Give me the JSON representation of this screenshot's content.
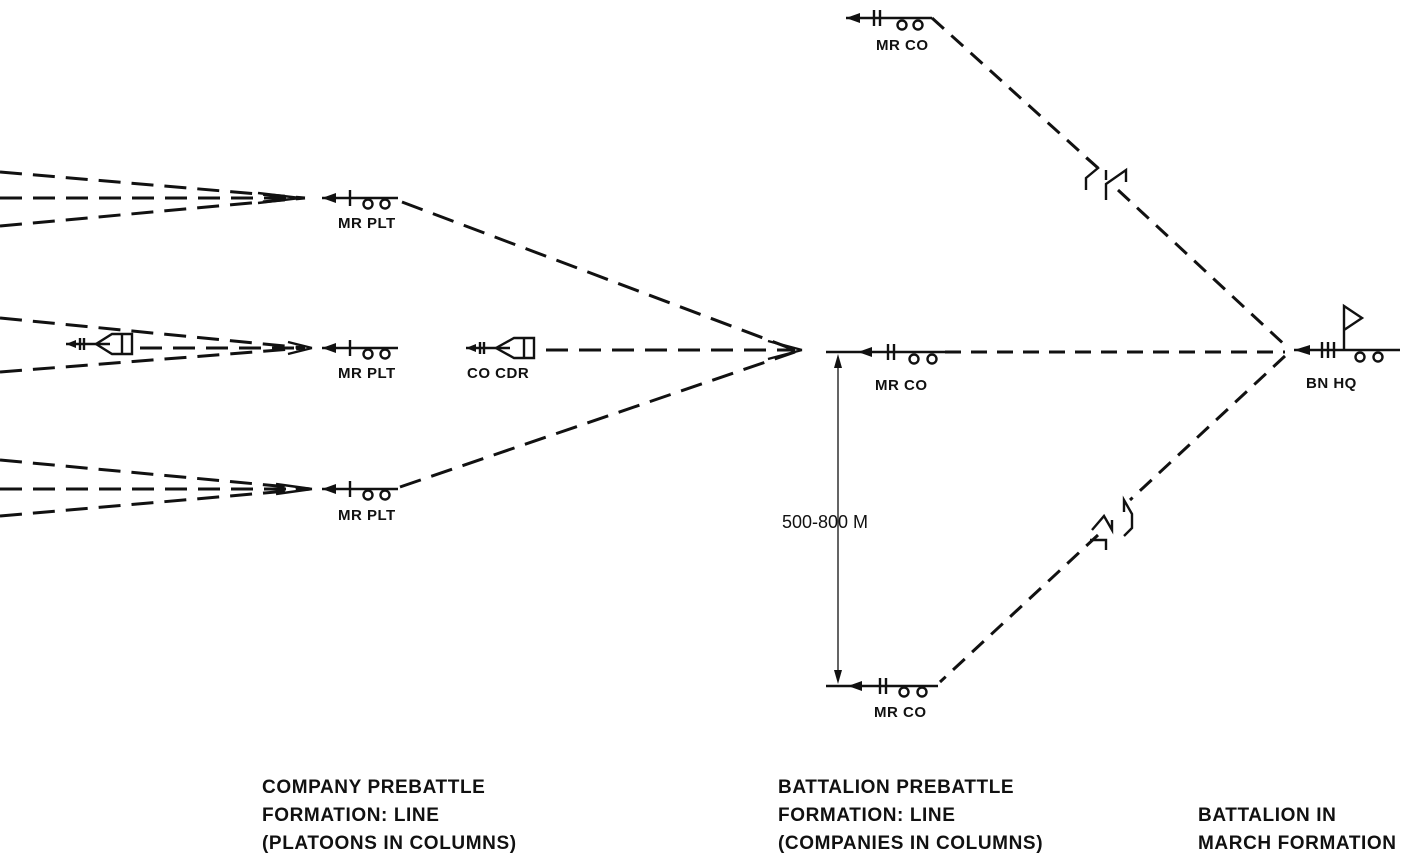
{
  "units": {
    "mr_plt_top": "MR PLT",
    "mr_plt_mid": "MR PLT",
    "mr_plt_bot": "MR PLT",
    "co_cdr": "CO CDR",
    "mr_co_top": "MR CO",
    "mr_co_mid": "MR CO",
    "mr_co_bot": "MR CO",
    "bn_hq": "BN HQ"
  },
  "distance_label": "500-800 M",
  "captions": {
    "company": [
      "COMPANY PREBATTLE",
      "FORMATION: LINE",
      "(PLATOONS IN COLUMNS)"
    ],
    "battalion": [
      "BATTALION PREBATTLE",
      "FORMATION: LINE",
      "(COMPANIES IN COLUMNS)"
    ],
    "march": [
      "BATTALION IN",
      "MARCH FORMATION"
    ]
  }
}
